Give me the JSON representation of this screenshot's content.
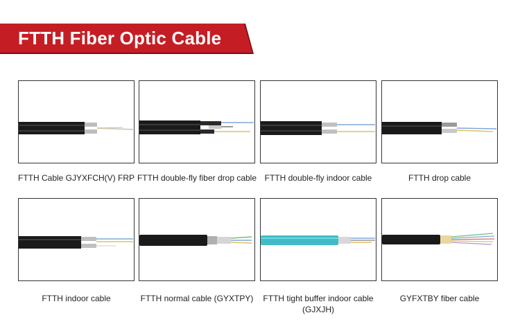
{
  "header": {
    "title": "FTTH Fiber Optic Cable"
  },
  "colors": {
    "banner": "#c41e24",
    "cable_black": "#1a1a1a",
    "cable_aqua": "#3fbcc7"
  },
  "products": [
    {
      "label": "FTTH Cable GJYXFCH(V) FRP"
    },
    {
      "label": "FTTH double-fly fiber drop cable"
    },
    {
      "label": "FTTH double-fly indoor cable"
    },
    {
      "label": "FTTH drop cable"
    },
    {
      "label": "FTTH indoor cable"
    },
    {
      "label": "FTTH normal cable (GYXTPY)"
    },
    {
      "label": "FTTH tight buffer indoor cable (GJXJH)"
    },
    {
      "label": "GYFXTBY fiber cable"
    }
  ]
}
